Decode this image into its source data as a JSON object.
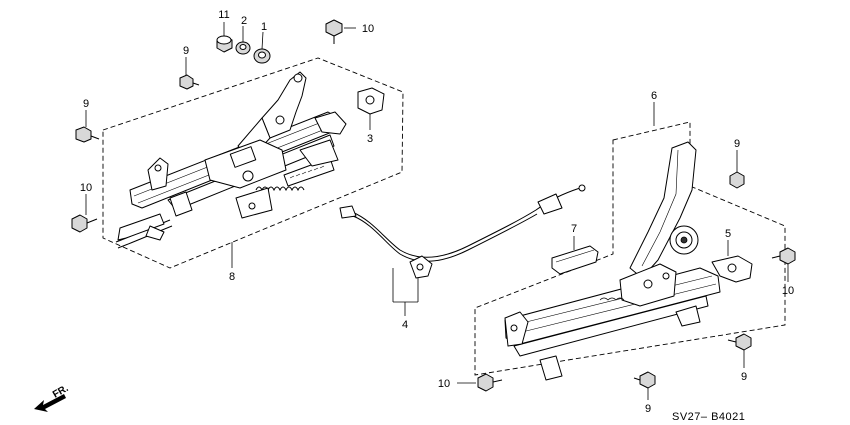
{
  "callouts": {
    "c11": "11",
    "c2": "2",
    "c1": "1",
    "c10_top": "10",
    "c9_a": "9",
    "c9_b": "9",
    "c3": "3",
    "c10_left": "10",
    "c8": "8",
    "c6": "6",
    "c9_right": "9",
    "c7": "7",
    "c5": "5",
    "c10_right": "10",
    "c4": "4",
    "c10_bottom": "10",
    "c9_bottom": "9",
    "c9_br": "9"
  },
  "orientation_label": "FR.",
  "diagram_code": "SV27– B4021"
}
